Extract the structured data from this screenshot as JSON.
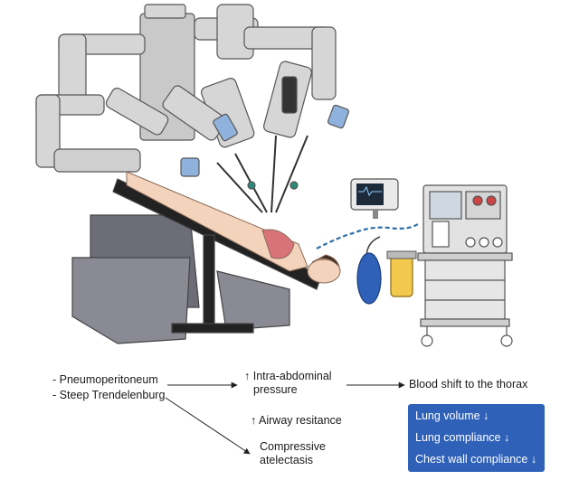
{
  "causes": [
    "- Pneumoperitoneum",
    "- Steep Trendelenburg"
  ],
  "intra_abdominal": [
    "↑ Intra-abdominal",
    "pressure"
  ],
  "blood_shift": "Blood shift to the thorax",
  "airway": "↑ Airway resitance",
  "atelectasis": [
    "Compressive",
    "atelectasis"
  ],
  "effects_box": {
    "color": "#2f61b8",
    "items": [
      "Lung volume ↓",
      "Lung compliance ↓",
      "Chest wall compliance ↓"
    ]
  },
  "icons": [
    "surgical-robot-icon",
    "operating-table-icon",
    "patient-icon",
    "anesthesia-machine-icon",
    "ventilator-bag-icon",
    "monitor-icon"
  ]
}
